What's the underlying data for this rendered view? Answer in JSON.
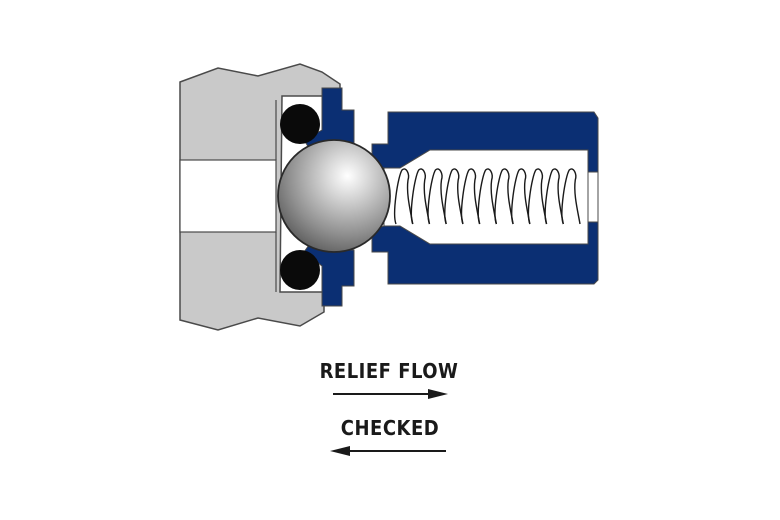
{
  "legend": {
    "relief_flow": {
      "label": "RELIEF FLOW",
      "arrow_direction": "right"
    },
    "checked": {
      "label": "CHECKED",
      "arrow_direction": "left"
    }
  },
  "colors": {
    "housing": "#c9c9c9",
    "housing_outline": "#4a4a4a",
    "body_blue": "#0b2f73",
    "seal": "#0a0a0a",
    "ball": "#8a8a8a",
    "spring": "#ffffff",
    "text": "#1a1a1a"
  },
  "icons": [
    "ball-icon",
    "spring-icon",
    "o-ring-icon",
    "arrow-right-icon",
    "arrow-left-icon"
  ]
}
